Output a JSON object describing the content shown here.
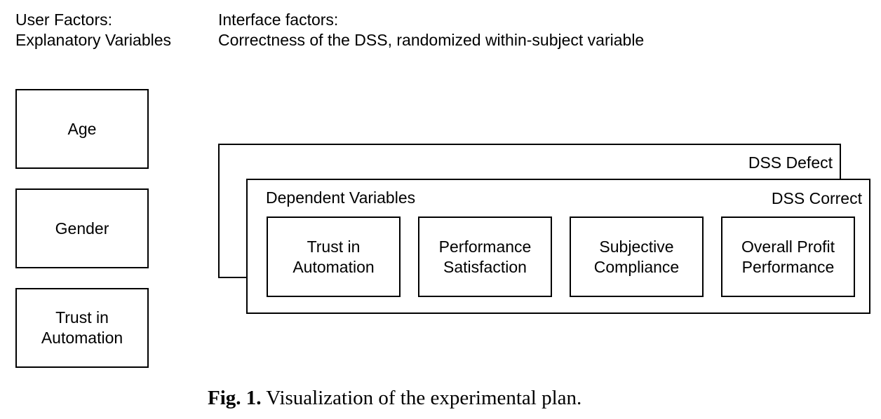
{
  "headers": {
    "user_factors_line1": "User Factors:",
    "user_factors_line2": "Explanatory Variables",
    "interface_factors_line1": "Interface factors:",
    "interface_factors_line2": "Correctness of the DSS, randomized within-subject variable"
  },
  "explanatory_variables": [
    {
      "label": "Age"
    },
    {
      "label": "Gender"
    },
    {
      "label": "Trust in\nAutomation"
    }
  ],
  "conditions": {
    "back_label": "DSS Defect",
    "front_label": "DSS Correct"
  },
  "dependent_variables": {
    "title": "Dependent Variables",
    "items": [
      {
        "label": "Trust in\nAutomation"
      },
      {
        "label": "Performance\nSatisfaction"
      },
      {
        "label": "Subjective\nCompliance"
      },
      {
        "label": "Overall Profit\nPerformance"
      }
    ]
  },
  "caption": {
    "prefix": "Fig. 1.",
    "text": " Visualization of the experimental plan."
  }
}
